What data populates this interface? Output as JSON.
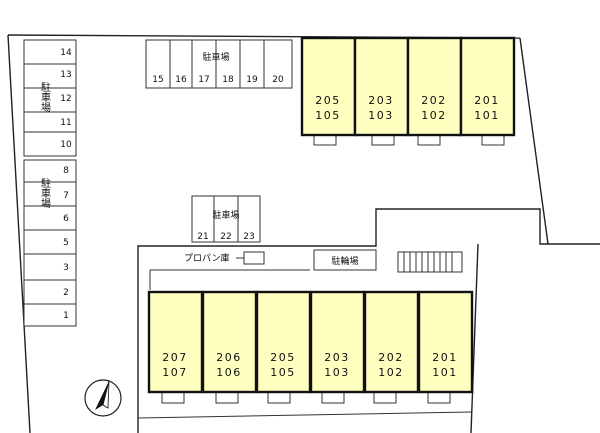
{
  "parking_lots": {
    "label": "駐車場",
    "left_column": [
      "14",
      "13",
      "12",
      "11",
      "10",
      "8",
      "7",
      "6",
      "5",
      "3",
      "2",
      "1"
    ],
    "top_row": [
      "15",
      "16",
      "17",
      "18",
      "19",
      "20"
    ],
    "middle_row": [
      "21",
      "22",
      "23"
    ]
  },
  "buildings": {
    "north": [
      {
        "upper": "205",
        "lower": "105"
      },
      {
        "upper": "203",
        "lower": "103"
      },
      {
        "upper": "202",
        "lower": "102"
      },
      {
        "upper": "201",
        "lower": "101"
      }
    ],
    "south": [
      {
        "upper": "207",
        "lower": "107"
      },
      {
        "upper": "206",
        "lower": "106"
      },
      {
        "upper": "205",
        "lower": "105"
      },
      {
        "upper": "203",
        "lower": "103"
      },
      {
        "upper": "202",
        "lower": "102"
      },
      {
        "upper": "201",
        "lower": "101"
      }
    ]
  },
  "facilities": {
    "propane_label": "プロパン庫",
    "bicycle_label": "駐輪場"
  },
  "compass": {
    "icon": "north-arrow-icon"
  }
}
